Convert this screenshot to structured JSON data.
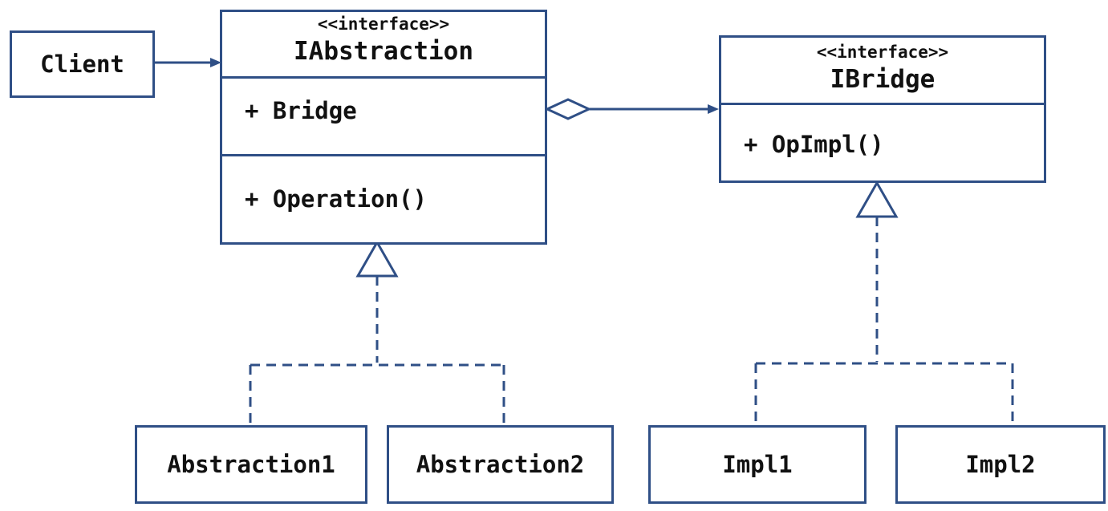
{
  "colors": {
    "stroke": "#2f4f86",
    "text": "#111111",
    "background": "#ffffff"
  },
  "client": {
    "name": "Client"
  },
  "abstraction": {
    "stereotype": "<<interface>>",
    "name": "IAbstraction",
    "property": "+ Bridge",
    "operation": "+ Operation()"
  },
  "bridge": {
    "stereotype": "<<interface>>",
    "name": "IBridge",
    "operation": "+ OpImpl()"
  },
  "abstraction1": {
    "name": "Abstraction1"
  },
  "abstraction2": {
    "name": "Abstraction2"
  },
  "impl1": {
    "name": "Impl1"
  },
  "impl2": {
    "name": "Impl2"
  }
}
